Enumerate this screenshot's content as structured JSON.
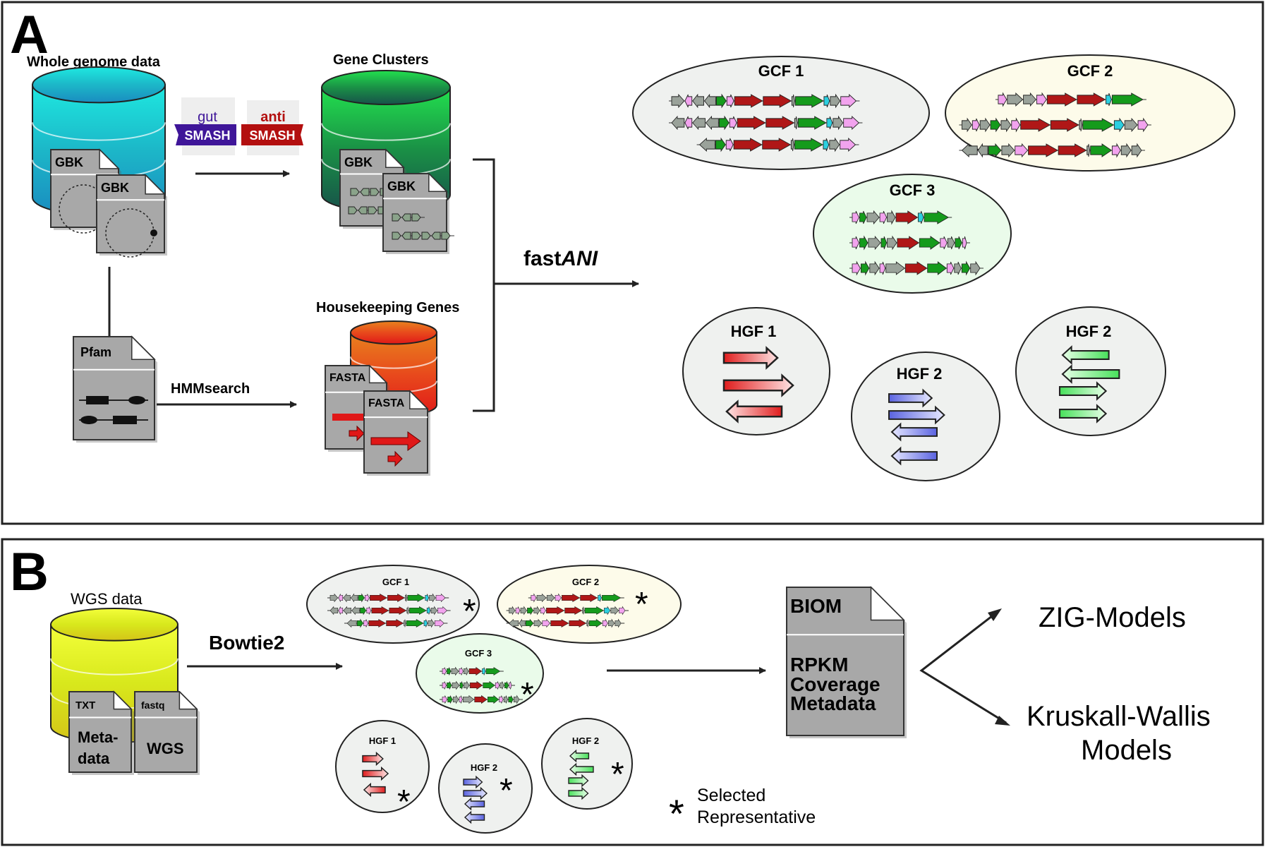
{
  "panel_a": {
    "letter": "A",
    "whole_genome_label": "Whole genome data",
    "gbk_label": "GBK",
    "gut_label": "gut",
    "anti_label": "anti",
    "smash_label": "SMASH",
    "gene_clusters_label": "Gene Clusters",
    "pfam_label": "Pfam",
    "hmmsearch_label": "HMMsearch",
    "housekeeping_label": "Housekeeping Genes",
    "fasta_label": "FASTA",
    "fastani_prefix": "fast",
    "fastani_suffix": "ANI",
    "gcf1_label": "GCF 1",
    "gcf2_label": "GCF 2",
    "gcf3_label": "GCF 3",
    "hgf1_label": "HGF 1",
    "hgf2a_label": "HGF 2",
    "hgf2b_label": "HGF 2"
  },
  "panel_b": {
    "letter": "B",
    "wgs_data_label": "WGS data",
    "txt_label": "TXT",
    "metadata_line1": "Meta-",
    "metadata_line2": "data",
    "fastq_label": "fastq",
    "wgs_label": "WGS",
    "bowtie_label": "Bowtie2",
    "gcf1_label": "GCF 1",
    "gcf2_label": "GCF 2",
    "gcf3_label": "GCF 3",
    "hgf1_label": "HGF 1",
    "hgf2a_label": "HGF 2",
    "hgf2b_label": "HGF 2",
    "asterisk": "*",
    "legend_line1": "Selected",
    "legend_line2": "Representative",
    "biom_label": "BIOM",
    "rpkm_label": "RPKM",
    "coverage_label": "Coverage",
    "metadata_label": "Metadata",
    "zig_label": "ZIG-Models",
    "kw_line1": "Kruskall-Wallis",
    "kw_line2": "Models"
  },
  "colors": {
    "gene_red": "#b01717",
    "gene_green": "#159b1c",
    "gene_grey": "#9aa29a",
    "gene_pink": "#f2a3ee",
    "gene_cyan": "#2ccfe0",
    "gcf1_fill": "#eff1ef",
    "gcf2_fill": "#fdfbea",
    "gcf3_fill": "#eafbea",
    "gut_purple": "#3f1699",
    "anti_red": "#b30f0f"
  }
}
